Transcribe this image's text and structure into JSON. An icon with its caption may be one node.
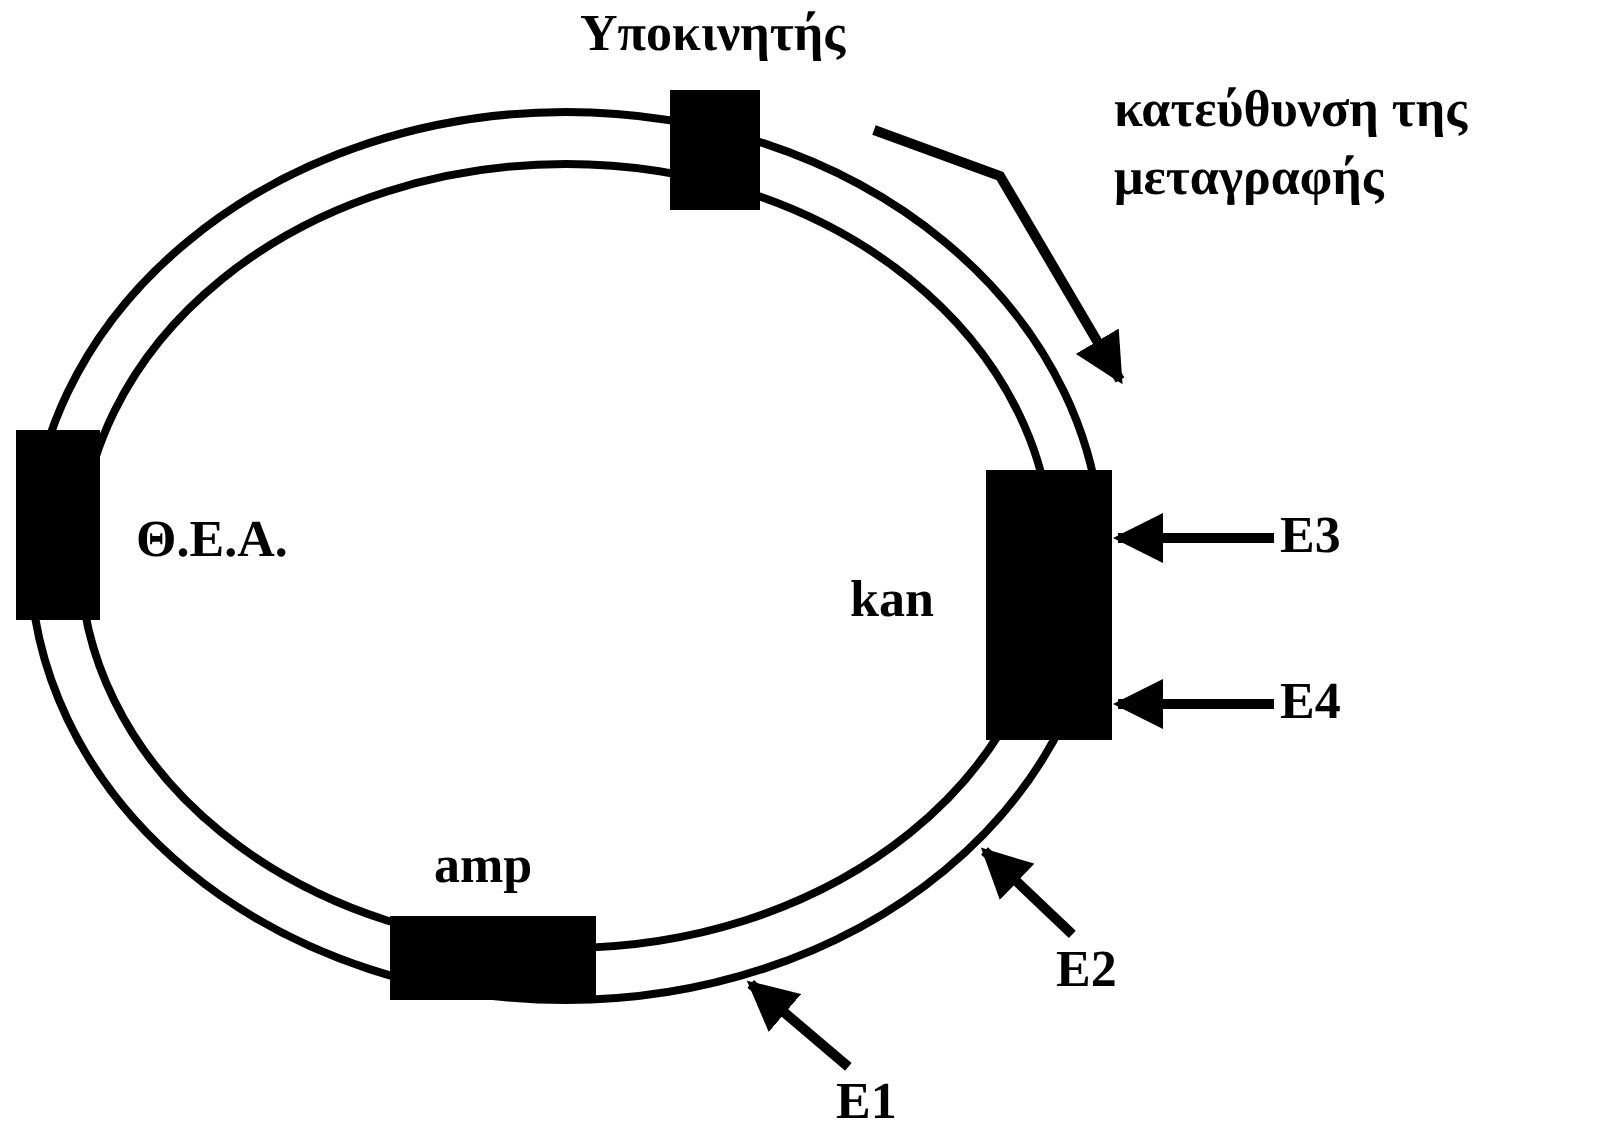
{
  "diagram": {
    "nodes": [
      {
        "text": [],
        "shape": "circle"
      },
      {
        "text": [
          "Υποκινητής"
        ],
        "in": 0
      },
      {
        "text": [
          "Θ.Ε.Α."
        ],
        "in": 0
      },
      {
        "text": [
          "kan"
        ],
        "in": 0
      },
      {
        "text": [
          "amp"
        ],
        "in": 0
      },
      {
        "text": [
          "E3"
        ]
      },
      {
        "text": [
          "E4"
        ]
      },
      {
        "text": [
          "E2"
        ]
      },
      {
        "text": [
          "E1"
        ]
      }
    ],
    "edges": [
      {
        "from": 5,
        "to": 3,
        "arrow": "to"
      },
      {
        "from": 6,
        "to": 3,
        "arrow": "to"
      },
      {
        "from": 7,
        "to": 0,
        "arrow": "to"
      },
      {
        "from": 8,
        "to": 0,
        "arrow": "to"
      }
    ],
    "labels": [
      "κατεύθυνση της μεταγραφής"
    ]
  }
}
